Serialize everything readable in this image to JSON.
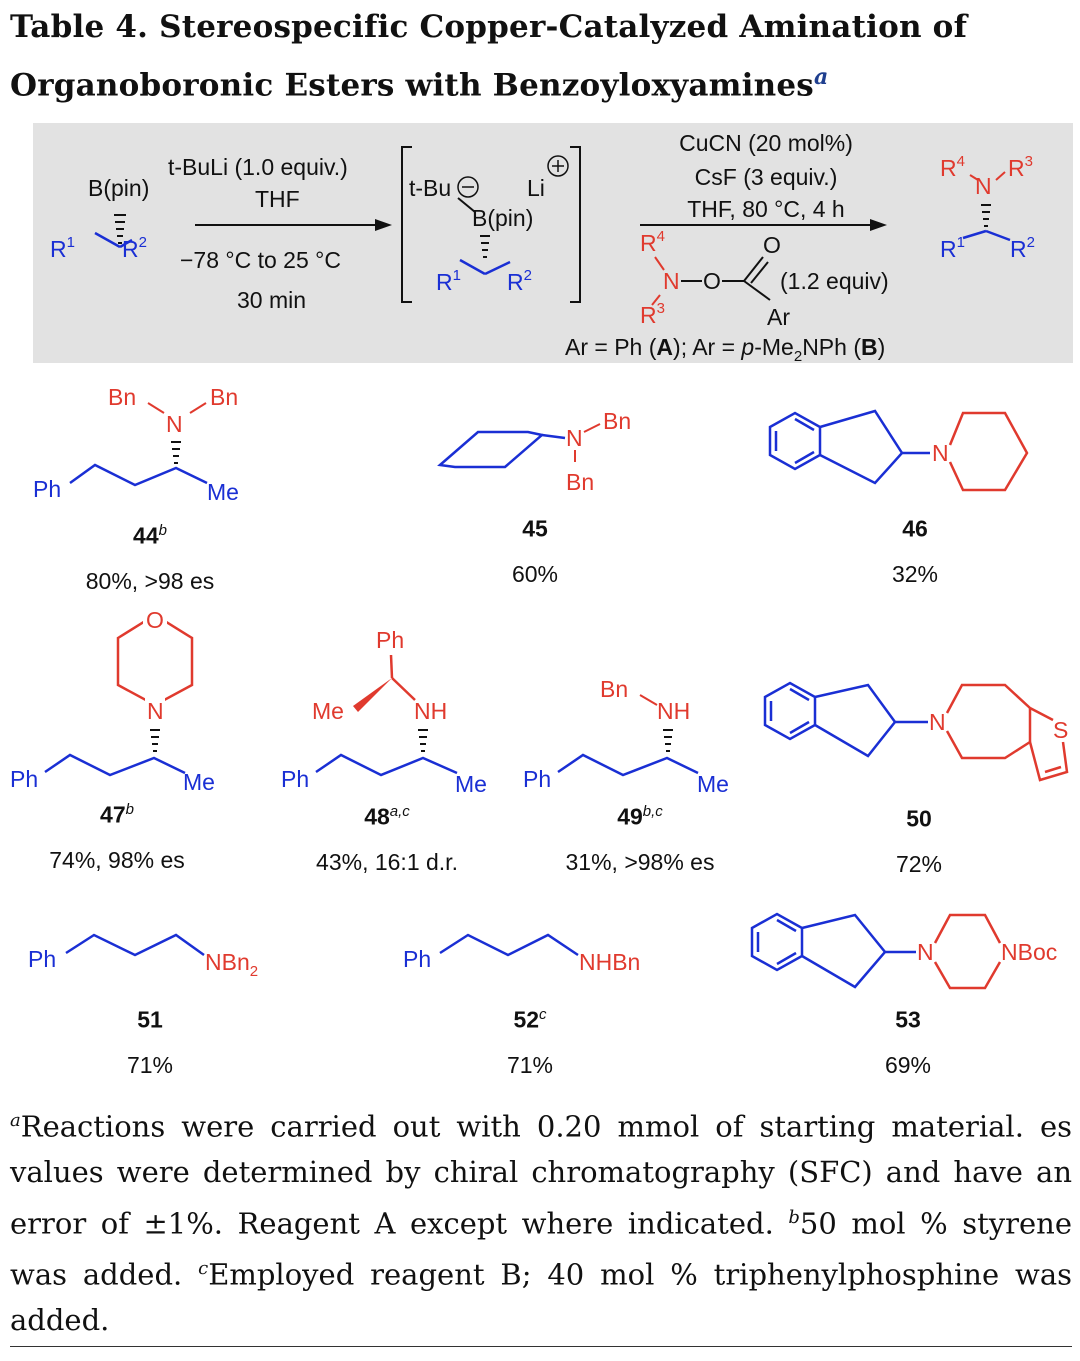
{
  "table": {
    "title": "Table 4. Stereospecific Copper-Catalyzed Amination of Organoboronic Esters with Benzoyloxyamines",
    "title_marker": "a"
  },
  "scheme": {
    "reagent1": "t-BuLi (1.0 equiv.)",
    "solvent1": "THF",
    "temp1": "−78 °C to 25 °C",
    "time1": "30 min",
    "cat": "CuCN (20 mol%)",
    "base": "CsF (3 equiv.)",
    "cond2": "THF, 80 °C, 4 h",
    "equiv": "(1.2 equiv)",
    "reagent_def": "Ar = Ph (A); Ar = p-Me2NPh (B)",
    "sm_bpin": "B(pin)",
    "ate_tbu": "t-Bu",
    "ate_li": "Li",
    "ate_bpin": "B(pin)",
    "ar": "Ar"
  },
  "compounds": [
    {
      "num": "44",
      "note": "b",
      "yield": "80%, >98 es"
    },
    {
      "num": "45",
      "note": "",
      "yield": "60%"
    },
    {
      "num": "46",
      "note": "",
      "yield": "32%"
    },
    {
      "num": "47",
      "note": "b",
      "yield": "74%, 98% es"
    },
    {
      "num": "48",
      "note": "a,c",
      "yield": "43%, 16:1 d.r."
    },
    {
      "num": "49",
      "note": "b,c",
      "yield": "31%, >98% es"
    },
    {
      "num": "50",
      "note": "",
      "yield": "72%"
    },
    {
      "num": "51",
      "note": "",
      "yield": "71%"
    },
    {
      "num": "52",
      "note": "c",
      "yield": "71%"
    },
    {
      "num": "53",
      "note": "",
      "yield": "69%"
    }
  ],
  "footnotes": {
    "a_marker": "a",
    "a_text": "Reactions were carried out with 0.20 mmol of starting material. es values were determined by chiral chromatography (SFC) and have an error of ±1%. Reagent A except where indicated.",
    "b_marker": "b",
    "b_text": "50 mol % styrene was added.",
    "c_marker": "c",
    "c_text": "Employed reagent B; 40 mol % triphenylphosphine was added."
  },
  "colors": {
    "blue": "#1a2fd4",
    "red": "#e03a2e"
  }
}
